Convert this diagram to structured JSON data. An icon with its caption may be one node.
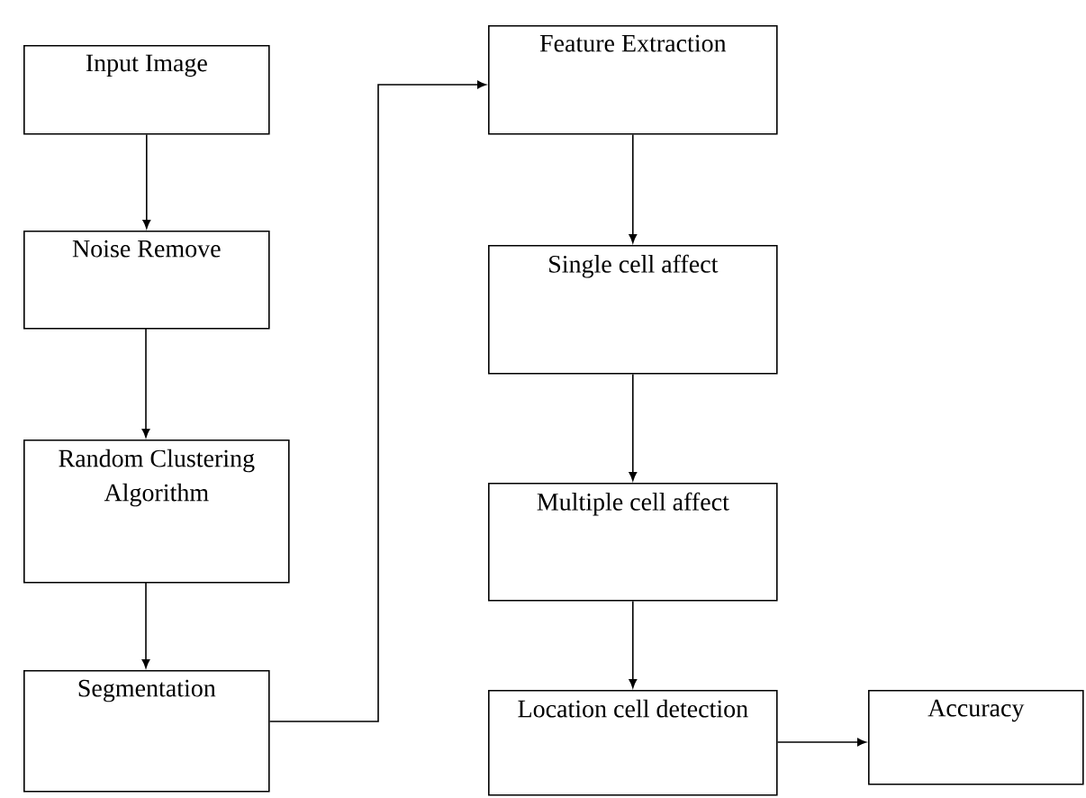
{
  "diagram": {
    "nodes": [
      {
        "text": [
          "Input Image"
        ]
      },
      {
        "text": [
          "Noise Remove"
        ]
      },
      {
        "text": [
          "Random Clustering Algorithm"
        ]
      },
      {
        "text": [
          "Segmentation"
        ]
      },
      {
        "text": [
          "Feature Extraction"
        ]
      },
      {
        "text": [
          "Single cell affect"
        ]
      },
      {
        "text": [
          "Multiple cell affect"
        ]
      },
      {
        "text": [
          "Location cell detection"
        ]
      },
      {
        "text": [
          "Accuracy"
        ]
      }
    ],
    "edges": [
      {
        "from": 0,
        "to": 1,
        "arrow": "to"
      },
      {
        "from": 1,
        "to": 2,
        "arrow": "to"
      },
      {
        "from": 2,
        "to": 3,
        "arrow": "to"
      },
      {
        "from": 3,
        "to": 4,
        "arrow": "to"
      },
      {
        "from": 4,
        "to": 5,
        "arrow": "to"
      },
      {
        "from": 5,
        "to": 6,
        "arrow": "to"
      },
      {
        "from": 6,
        "to": 7,
        "arrow": "to"
      },
      {
        "from": 7,
        "to": 8,
        "arrow": "to"
      }
    ]
  }
}
